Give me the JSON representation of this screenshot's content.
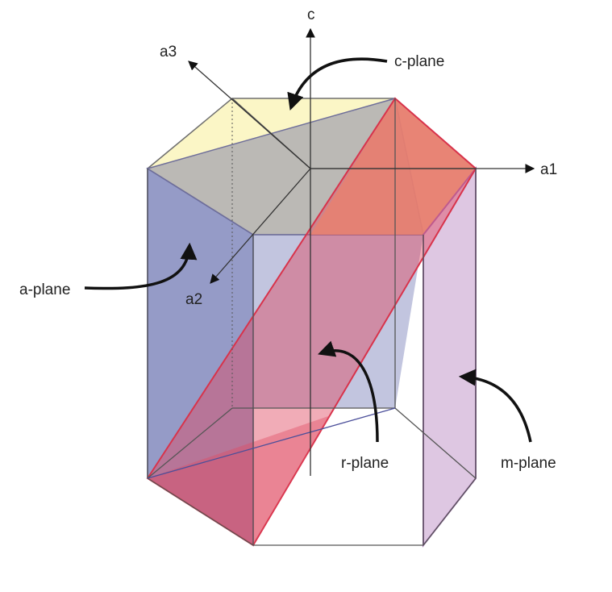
{
  "diagram": {
    "axes": {
      "c": "c",
      "a1": "a1",
      "a2": "a2",
      "a3": "a3"
    },
    "planes": {
      "c_plane": "c-plane",
      "a_plane": "a-plane",
      "r_plane": "r-plane",
      "m_plane": "m-plane"
    },
    "colors": {
      "c_plane_fill": "#fbf6c6",
      "a_plane_fill": "#8f96c4",
      "r_plane_fill": "#e0485f",
      "r_plane_edge": "#d8334b",
      "m_plane_fill": "#dcc4e0",
      "m_plane_edge": "#a46bb4",
      "orange_face": "#ecb080",
      "edge": "#555555"
    }
  }
}
